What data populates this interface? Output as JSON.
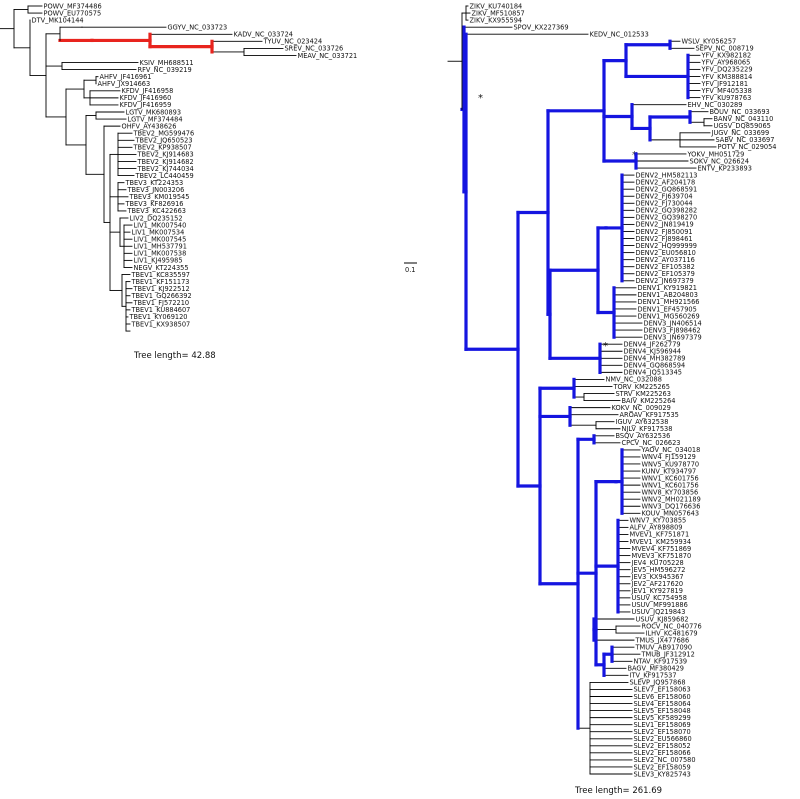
{
  "colors": {
    "branch": "#000000",
    "highlight_left": "#e8241e",
    "highlight_right": "#1515e0"
  },
  "left_tree": {
    "tree_length_label": "Tree length= 42.88",
    "tips": [
      "POWV_MF374486",
      "POWV_EU770575",
      "DTV_MK104144",
      "GGYV_NC_033723",
      "KADV_NC_033724",
      "TYUV_NC_023424",
      "SREV_NC_033726",
      "MEAV_NC_033721",
      "KSIV_MH688511",
      "RFV_NC_039219",
      "AHFV_JF416961",
      "AHFV_JX914663",
      "KFDV_JF416958",
      "KFDV_JF416960",
      "KFDV_JF416959",
      "LGTV_MK680893",
      "LGTV_MF374484",
      "OHFV_AY438626",
      "TBEV2_MG599476",
      "TBEV2_JQ650523",
      "TBEV2_KP938507",
      "TBEV2_KJ914683",
      "TBEV2_KJ914682",
      "TBEV2_KJ744034",
      "TBEV2_LC440459",
      "TBEV3_KT224353",
      "TBEV3_JN003206",
      "TBEV3_KM019545",
      "TBEV3_KF826916",
      "TBEV3_KC422663",
      "LIV2_DQ235152",
      "LIV1_MK007540",
      "LIV1_MK007534",
      "LIV1_MK007545",
      "LIV1_MH537791",
      "LIV1_MK007538",
      "LIV1_KJ495985",
      "NEGV_KT224355",
      "TBEV1_KC835597",
      "TBEV1_KF151173",
      "TBEV1_KJ922512",
      "TBEV1_GQ266392",
      "TBEV1_FJ572210",
      "TBEV1_KU884607",
      "TBEV1_KY069120",
      "TBEV1_KX938507"
    ]
  },
  "right_tree": {
    "scale_label": "0.1",
    "tree_length_label": "Tree length= 261.69",
    "star": "*",
    "tips": [
      "ZIKV_KU740184",
      "ZIKV_MF510857",
      "ZIKV_KX955594",
      "SPOV_KX227369",
      "KEDV_NC_012533",
      "WSLV_KY056257",
      "SEPV_NC_008719",
      "YFV_KX982182",
      "YFV_AY968065",
      "YFV_DQ235229",
      "YFV_KM388814",
      "YFV_JF912181",
      "YFV_MF405338",
      "YFV_KU978763",
      "EHV_NC_030289",
      "BOUV_NC_033693",
      "BANV_NC_043110",
      "UGSV_DQ859065",
      "JUGV_NC_033699",
      "SABV_NC_033697",
      "POTV_NC_029054",
      "YOKV_MH051729",
      "SOKV_NC_026624",
      "ENTV_KP233893",
      "DENV2_HM582113",
      "DENV2_AF204178",
      "DENV2_GQ868591",
      "DENV2_FJ639704",
      "DENV2_FJ730044",
      "DENV2_GQ398282",
      "DENV2_GQ398270",
      "DENV2_JN819419",
      "DENV2_FJ850091",
      "DENV2_FJ898461",
      "DENV2_HQ999999",
      "DENV2_EU056810",
      "DENV2_AY037116",
      "DENV2_EF105382",
      "DENV2_EF105379",
      "DENV2_JN697379",
      "DENV1_KY919821",
      "DENV1_AB204803",
      "DENV1_MH921566",
      "DENV1_EF457905",
      "DENV1_MG560269",
      "DENV3_JN406514",
      "DENV3_FJ898462",
      "DENV3_JN697379",
      "DENV4_JF262779",
      "DENV4_KJ596944",
      "DENV4_MH382789",
      "DENV4_GQ868594",
      "DENV4_JQ513345",
      "NMV_NC_032088",
      "TORV_KM225265",
      "STRV_KM225263",
      "BAIV_KM225264",
      "KOKV_NC_009029",
      "AROAV_KF917535",
      "IGUV_AY632538",
      "NJLV_KF917538",
      "BSQV_AY632536",
      "CPCV_NC_026623",
      "YAOV_NC_034018",
      "WNV4_FJ159129",
      "WNV5_KU978770",
      "KUNV_KT934797",
      "WNV1_KC601756",
      "WNV1_KC601756",
      "WNV8_KY703856",
      "WNV2_MH021189",
      "WNV3_DQ176636",
      "KOUV_MN057643",
      "WNV7_KY703855",
      "ALFV_AY898809",
      "MVEV1_KF751871",
      "MVEV1_KM259934",
      "MVEV4_KF751869",
      "MVEV3_KF751870",
      "JEV4_KU705228",
      "JEV5_HM596272",
      "JEV3_KX945367",
      "JEV2_AF217620",
      "JEV1_KY927819",
      "USUV_KC754958",
      "USUV_MF991886",
      "USUV_JQ219843",
      "USUV_KJ859682",
      "ROCV_NC_040776",
      "ILHV_KC481679",
      "TMUS_JX477686",
      "TMUV_AB917090",
      "TMUB_JF312912",
      "NTAV_KF917539",
      "BAGV_MF380429",
      "ITV_KF917537",
      "SLEVP_JQ957868",
      "SLEV7_EF158063",
      "SLEV6_EF158060",
      "SLEV4_EF158064",
      "SLEV5_EF158048",
      "SLEV5_KF589299",
      "SLEV1_EF158069",
      "SLEV2_EF158070",
      "SLEV2_EU566860",
      "SLEV2_EF158052",
      "SLEV2_EF158066",
      "SLEV2_NC_007580",
      "SLEV2_EF158059",
      "SLEV3_KY825743"
    ]
  }
}
